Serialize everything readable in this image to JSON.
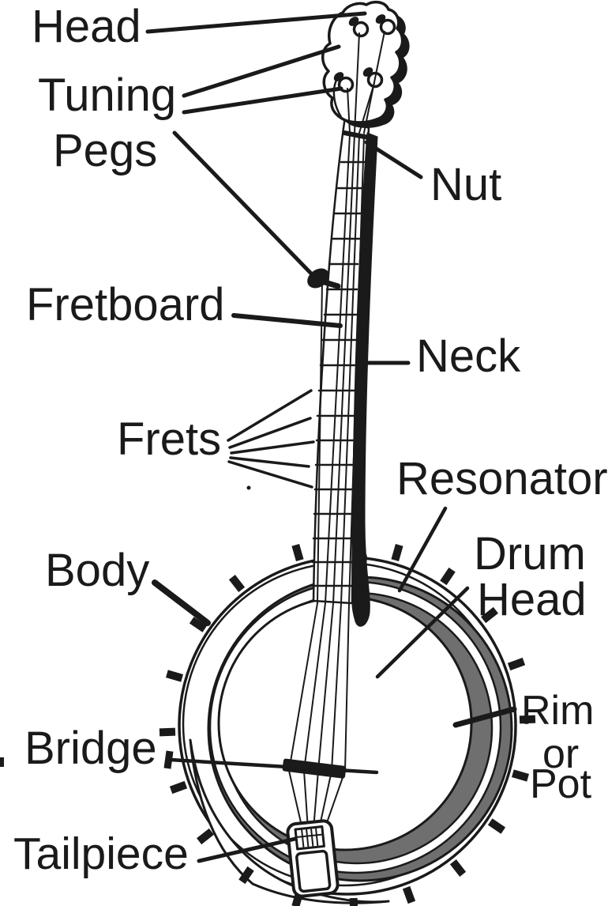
{
  "diagram": {
    "subject": "banjo",
    "labels": {
      "head": "Head",
      "tuning_pegs_line1": "Tuning",
      "tuning_pegs_line2": "Pegs",
      "nut": "Nut",
      "fretboard": "Fretboard",
      "neck": "Neck",
      "frets": "Frets",
      "resonator": "Resonator",
      "drum_head_line1": "Drum",
      "drum_head_line2": "Head",
      "body": "Body",
      "rim_line1": "Rim",
      "rim_line2": "or",
      "rim_line3": "Pot",
      "bridge": "Bridge",
      "tailpiece": "Tailpiece"
    },
    "colors": {
      "ink": "#1a1a1a",
      "rim_gray": "#6f6f6f",
      "background": "#ffffff"
    }
  }
}
